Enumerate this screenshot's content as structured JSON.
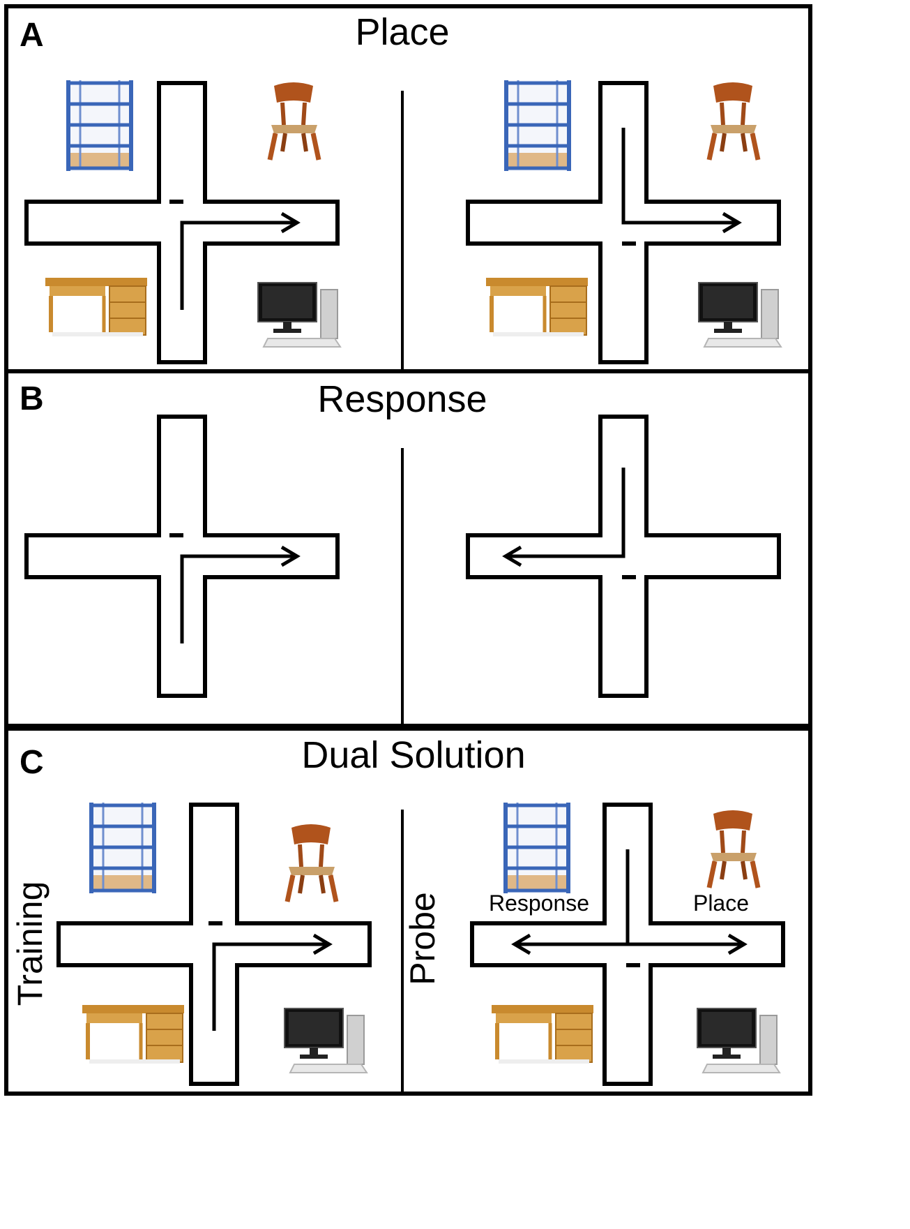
{
  "panels": [
    {
      "letter": "A",
      "title": "Place"
    },
    {
      "letter": "B",
      "title": "Response"
    },
    {
      "letter": "C",
      "title": "Dual Solution"
    }
  ],
  "dual": {
    "left_side_label": "Training",
    "right_side_label": "Probe",
    "response_label": "Response",
    "place_label": "Place"
  },
  "objects": [
    "shelf-icon",
    "chair-icon",
    "desk-icon",
    "computer-icon"
  ],
  "colors": {
    "shelf": "#3a66b8",
    "wood": "#c98a2e",
    "chair": "#b0531c",
    "monitor": "#111111"
  }
}
